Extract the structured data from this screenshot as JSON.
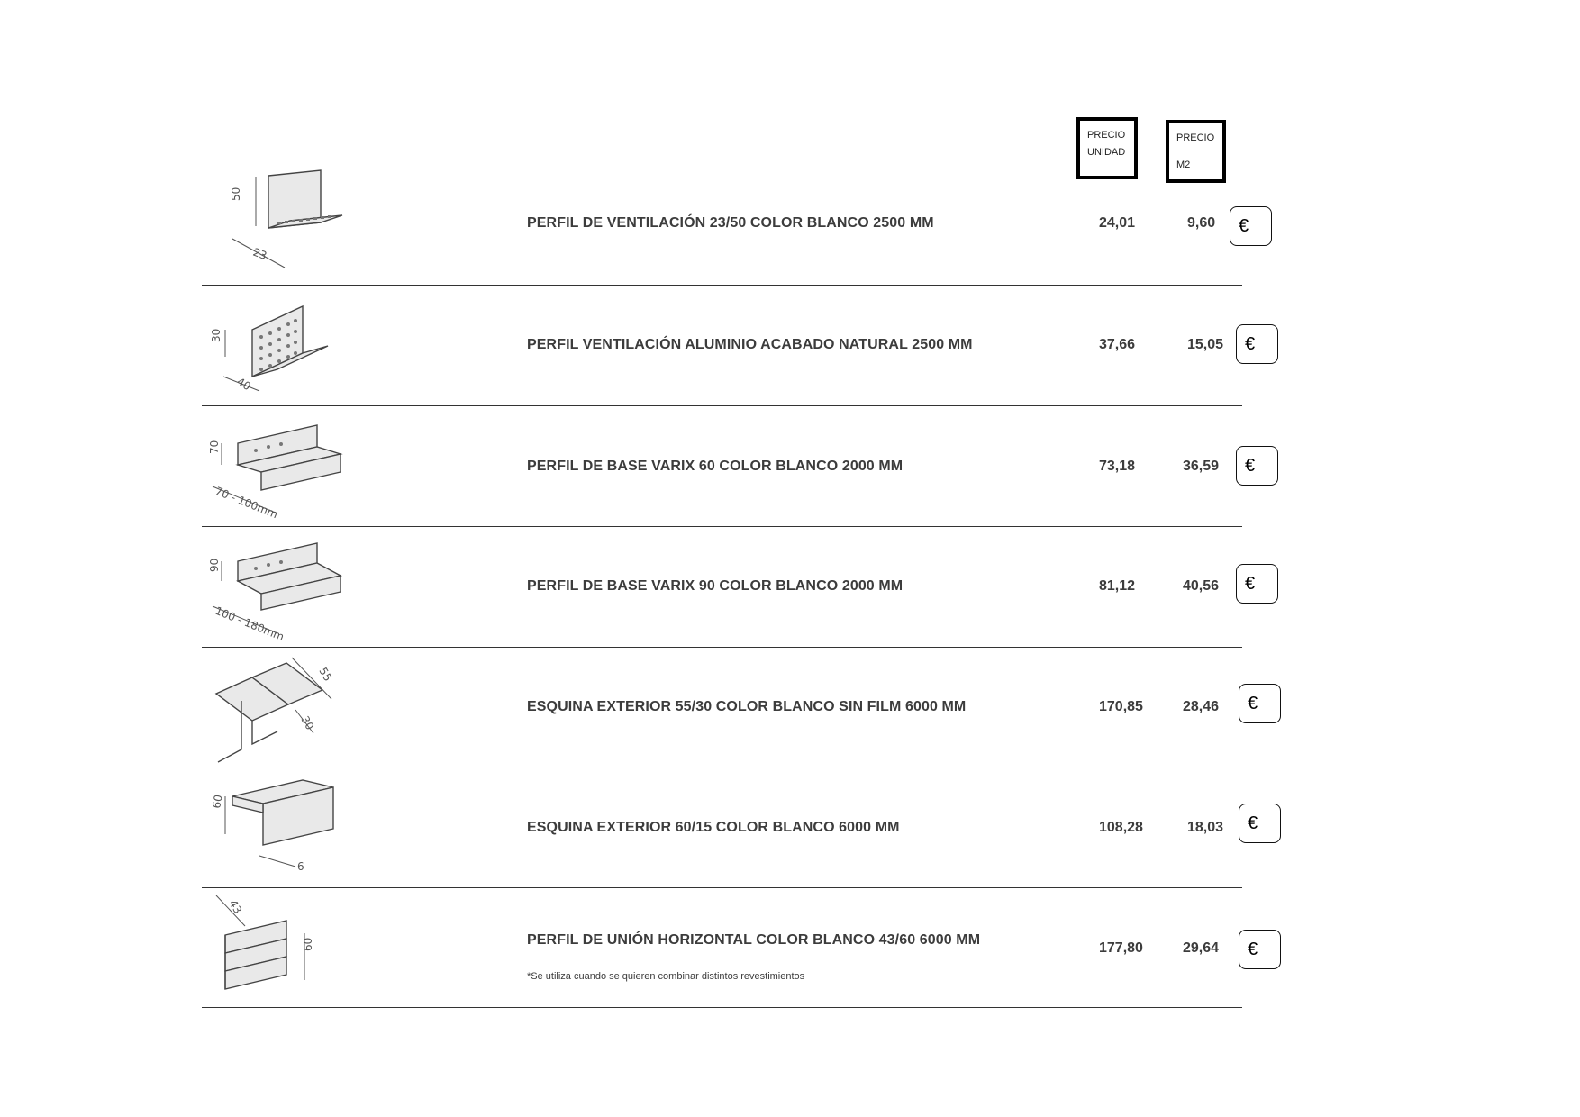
{
  "headers": {
    "unit_price": {
      "line1": "PRECIO",
      "line2": "UNIDAD"
    },
    "m2_price": {
      "line1": "PRECIO",
      "line2": "M2"
    }
  },
  "currency_symbol": "€",
  "products": [
    {
      "name": "PERFIL DE VENTILACIÓN 23/50 COLOR BLANCO 2500 MM",
      "unit_price": "24,01",
      "m2_price": "9,60",
      "dims": [
        "50",
        "23"
      ]
    },
    {
      "name": "PERFIL VENTILACIÓN ALUMINIO ACABADO NATURAL 2500 MM",
      "unit_price": "37,66",
      "m2_price": "15,05",
      "dims": [
        "30",
        "40"
      ]
    },
    {
      "name": "PERFIL DE BASE VARIX 60 COLOR BLANCO 2000 MM",
      "unit_price": "73,18",
      "m2_price": "36,59",
      "dims": [
        "70",
        "70 - 100mm"
      ]
    },
    {
      "name": "PERFIL DE BASE VARIX 90 COLOR BLANCO 2000 MM",
      "unit_price": "81,12",
      "m2_price": "40,56",
      "dims": [
        "90",
        "100 - 180mm"
      ]
    },
    {
      "name": "ESQUINA EXTERIOR 55/30 COLOR BLANCO SIN FILM 6000 MM",
      "unit_price": "170,85",
      "m2_price": "28,46",
      "dims": [
        "55",
        "30"
      ]
    },
    {
      "name": "ESQUINA EXTERIOR 60/15 COLOR BLANCO 6000 MM",
      "unit_price": "108,28",
      "m2_price": "18,03",
      "dims": [
        "60",
        "6"
      ]
    },
    {
      "name": "PERFIL DE UNIÓN HORIZONTAL COLOR BLANCO 43/60 6000 MM",
      "unit_price": "177,80",
      "m2_price": "29,64",
      "dims": [
        "43",
        "60"
      ],
      "note": "*Se utiliza cuando se quieren combinar distintos revestimientos"
    }
  ]
}
